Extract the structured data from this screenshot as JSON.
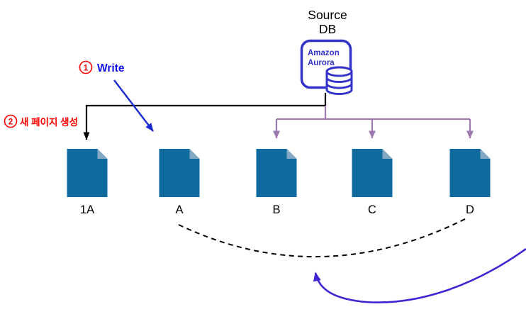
{
  "source_db": {
    "line1": "Source",
    "line2": "DB"
  },
  "aurora_icon": {
    "line1": "Amazon",
    "line2": "Aurora"
  },
  "steps": {
    "write": {
      "number": "1",
      "label": "Write"
    },
    "new_page": {
      "number": "2",
      "label": "새 페이지 생성"
    }
  },
  "pages": {
    "labels": [
      "1A",
      "A",
      "B",
      "C",
      "D"
    ]
  },
  "colors": {
    "aurora_indigo": "#3433C9",
    "page_fill": "#0F6A9E",
    "page_fold": "#82A8C4",
    "replication_purple": "#9C79AF",
    "write_blue": "#1B2BD0",
    "step_red": "#FE0000",
    "curve_violet": "#4423D4",
    "line_black": "#000000"
  }
}
